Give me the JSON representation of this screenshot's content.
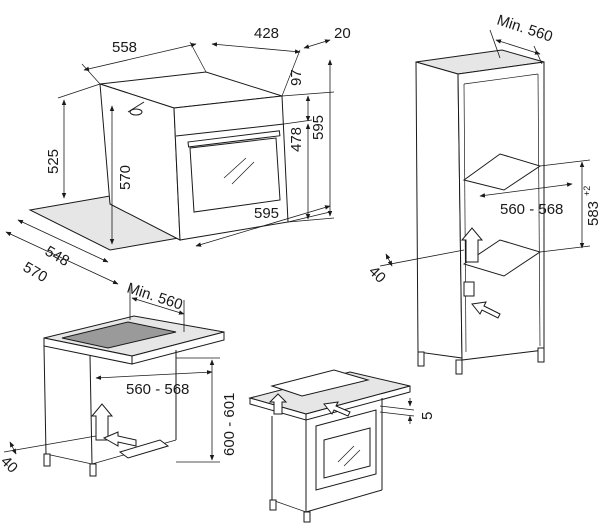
{
  "oven": {
    "width_top": "558",
    "depth_top": "428",
    "front_depth": "20",
    "panel_height": "97",
    "door_height": "478",
    "total_height": "595",
    "side_height": "525",
    "inner_height": "570",
    "width_bottom": "595",
    "depth_bottom": "548",
    "depth_total": "570"
  },
  "tall_cabinet": {
    "min_width": "Min. 560",
    "niche_width": "560 - 568",
    "niche_height": "583",
    "niche_height_tolerance": "+2",
    "vent_gap": "40"
  },
  "under_counter": {
    "min_width": "Min. 560",
    "niche_width": "560 - 568",
    "niche_height": "600 - 601",
    "vent_gap": "40"
  },
  "hob_combo": {
    "gap": "5"
  }
}
